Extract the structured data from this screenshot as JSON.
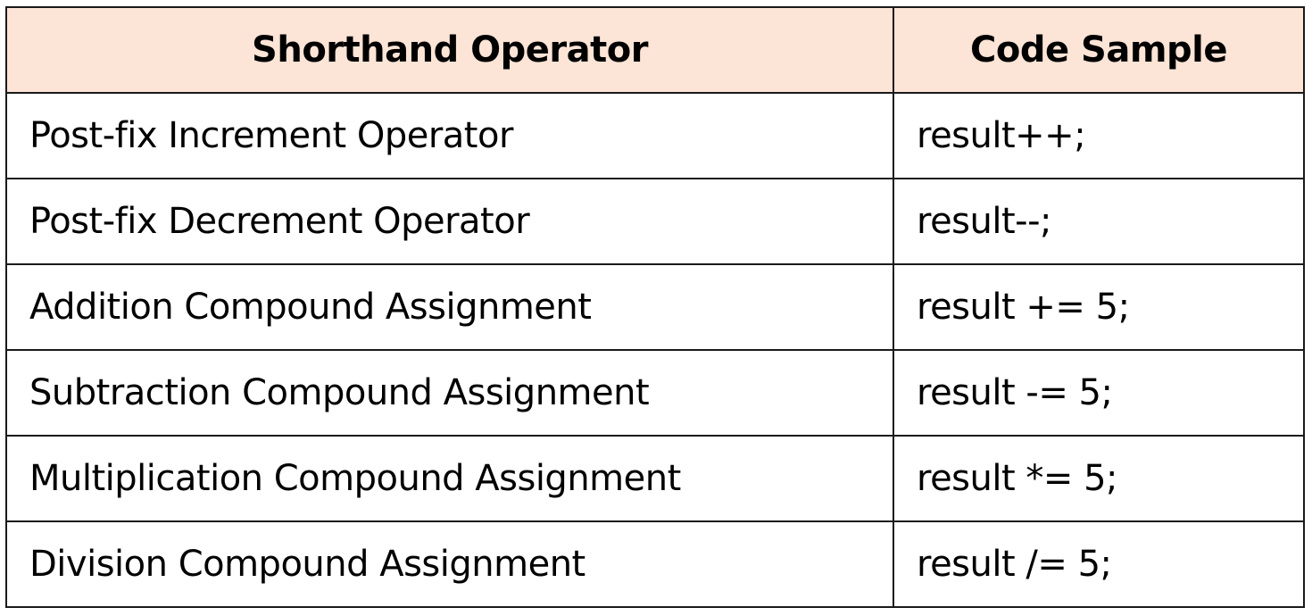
{
  "table": {
    "headers": [
      "Shorthand Operator",
      "Code Sample"
    ],
    "rows": [
      {
        "operator": "Post-fix Increment Operator",
        "code": "result++;"
      },
      {
        "operator": "Post-fix Decrement Operator",
        "code": "result--;"
      },
      {
        "operator": "Addition Compound Assignment",
        "code": "result += 5;"
      },
      {
        "operator": "Subtraction Compound Assignment",
        "code": "result -= 5;"
      },
      {
        "operator": "Multiplication Compound Assignment",
        "code": "result *= 5;"
      },
      {
        "operator": "Division Compound Assignment",
        "code": "result /= 5;"
      }
    ]
  },
  "colors": {
    "header_background": "#fce4d6",
    "border": "#1a1a1a",
    "text": "#000000"
  }
}
